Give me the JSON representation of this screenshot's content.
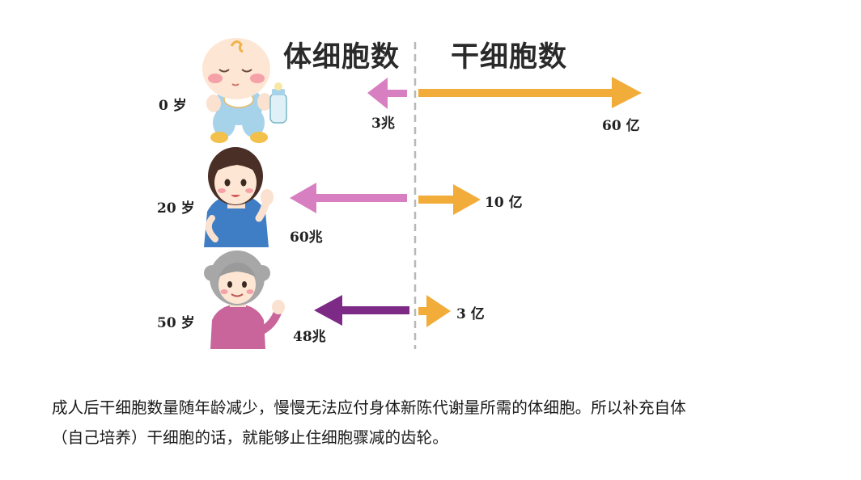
{
  "headings": {
    "body_cells": "体细胞数",
    "stem_cells": "干细胞数"
  },
  "rows": [
    {
      "age": "0 岁",
      "body_value": "3兆",
      "stem_value": "60 亿"
    },
    {
      "age": "20 岁",
      "body_value": "60兆",
      "stem_value": "10 亿"
    },
    {
      "age": "50 岁",
      "body_value": "48兆",
      "stem_value": "3 亿"
    }
  ],
  "colors": {
    "arrow_stem": "#f2ac3a",
    "arrow_body_pink": "#d77fc0",
    "arrow_body_purple": "#7c2a86",
    "divider": "#b8b8b8"
  },
  "caption": {
    "line1": "成人后干细胞数量随年龄减少，慢慢无法应付身体新陈代谢量所需的体细胞。所以补充自体",
    "line2": "（自己培养）干细胞的话，就能够止住细胞骤减的齿轮。"
  }
}
